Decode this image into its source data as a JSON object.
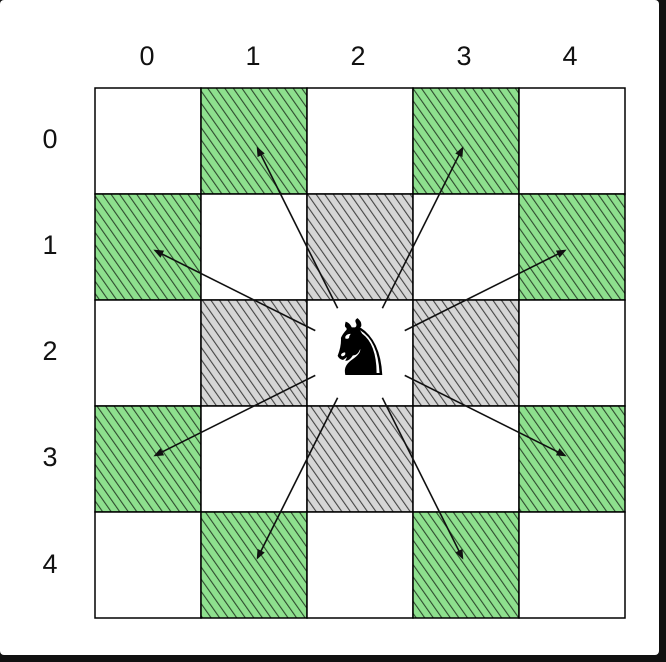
{
  "col_labels": [
    "0",
    "1",
    "2",
    "3",
    "4"
  ],
  "row_labels": [
    "0",
    "1",
    "2",
    "3",
    "4"
  ],
  "board": {
    "rows": 5,
    "cols": 5,
    "piece": {
      "name": "knight",
      "glyph": "♞",
      "row": 2,
      "col": 2
    },
    "move_target_cells": [
      [
        0,
        1
      ],
      [
        0,
        3
      ],
      [
        1,
        0
      ],
      [
        1,
        4
      ],
      [
        3,
        0
      ],
      [
        3,
        4
      ],
      [
        4,
        1
      ],
      [
        4,
        3
      ]
    ],
    "blocked_cells": [
      [
        1,
        2
      ],
      [
        2,
        1
      ],
      [
        2,
        3
      ],
      [
        3,
        2
      ]
    ]
  },
  "colors": {
    "move_fill": "#8ee08e",
    "move_hatch": "#2e4a2e",
    "blocked_fill": "#d6d6d6",
    "blocked_hatch": "#444444",
    "grid": "#000000",
    "arrow": "#111111",
    "background_frame": "#111111"
  }
}
